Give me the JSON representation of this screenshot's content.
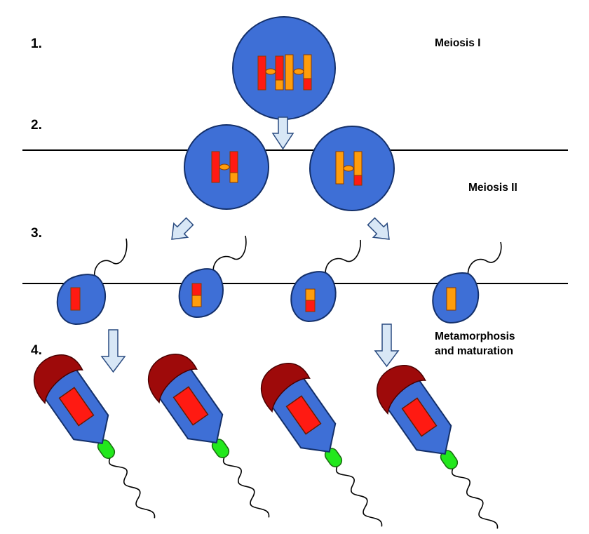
{
  "steps": [
    "1.",
    "2.",
    "3.",
    "4."
  ],
  "labels": {
    "meiosis_1": "Meiosis I",
    "meiosis_2": "Meiosis II",
    "metamorphosis_line1": "Metamorphosis",
    "metamorphosis_line2": "and maturation"
  },
  "colors": {
    "cell_fill": "#3e6fd6",
    "cell_stroke": "#14306a",
    "chromosome_red": "#ff1a12",
    "chromosome_orange": "#ff9d0c",
    "arrow_fill": "#d8e7f6",
    "arrow_stroke": "#2a4b80",
    "acrosome": "#9e0a0a",
    "midpiece": "#22e81c",
    "line": "#000000"
  }
}
